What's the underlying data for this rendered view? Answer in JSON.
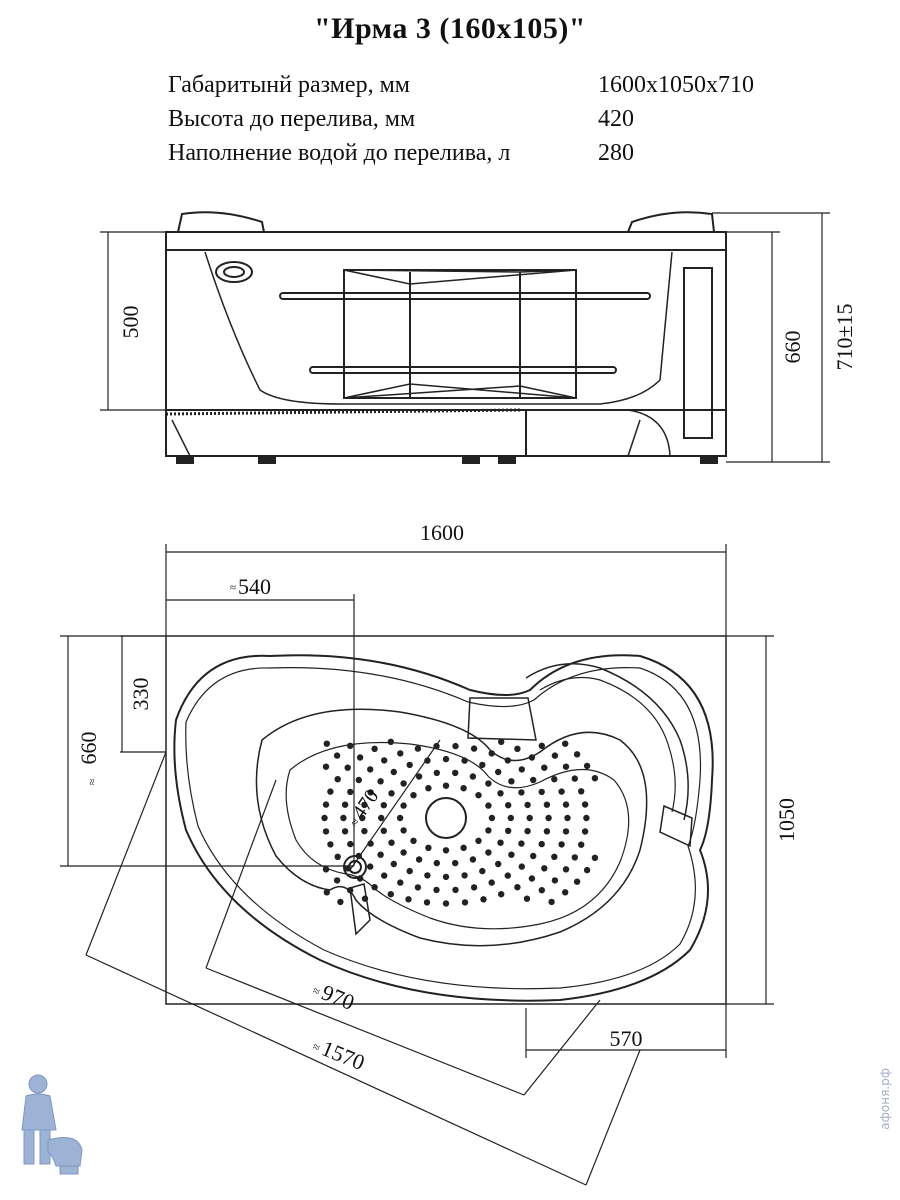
{
  "title": "\"Ирма 3 (160х105)\"",
  "specs": [
    {
      "label": "Габаритынй размер, мм",
      "value": "1600х1050х710"
    },
    {
      "label": "Высота до перелива, мм",
      "value": "420"
    },
    {
      "label": "Наполнение водой до перелива, л",
      "value": "280"
    }
  ],
  "side_view": {
    "dim_left": "500",
    "dim_right_inner": "660",
    "dim_right_outer": "710±15"
  },
  "top_view": {
    "dim_width": "1600",
    "dim_540": "540",
    "dim_330": "330",
    "dim_660": "660",
    "dim_1050": "1050",
    "dim_470": "470",
    "dim_970": "970",
    "dim_1570": "1570",
    "dim_570": "570",
    "approx_sign": "≈"
  },
  "watermark": "афоня.рф",
  "colors": {
    "line": "#222222",
    "logo": "#9db3d6"
  }
}
